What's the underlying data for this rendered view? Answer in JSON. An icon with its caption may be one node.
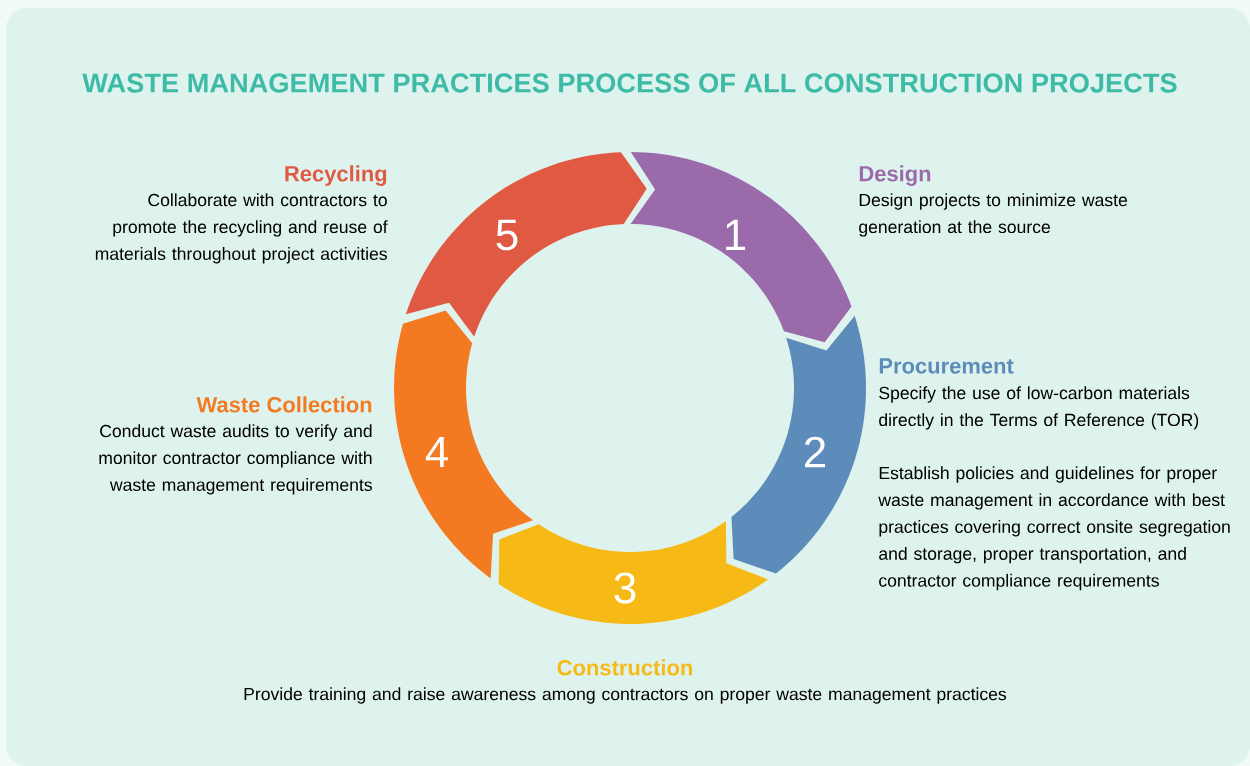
{
  "diagram": {
    "title": "WASTE MANAGEMENT PRACTICES PROCESS OF ALL CONSTRUCTION PROJECTS",
    "nodes": [
      {
        "text": [
          "1"
        ],
        "beside": [
          "Design",
          "Design projects to minimize waste generation at the source"
        ]
      },
      {
        "text": [
          "2"
        ],
        "beside": [
          "Procurement",
          "Specify the use of low-carbon materials directly in the Terms of Reference (TOR)",
          "Establish policies and guidelines for proper waste management in accordance with best practices covering correct onsite segregation and storage, proper transportation, and contractor compliance requirements"
        ]
      },
      {
        "text": [
          "3"
        ],
        "beside": [
          "Construction",
          "Provide training and raise awareness among contractors on proper waste management practices"
        ]
      },
      {
        "text": [
          "4"
        ],
        "beside": [
          "Waste Collection",
          "Conduct waste audits to verify and monitor contractor compliance with waste management requirements"
        ]
      },
      {
        "text": [
          "5"
        ],
        "beside": [
          "Recycling",
          "Collaborate with contractors to promote the recycling and reuse of materials throughout project activities"
        ]
      }
    ]
  }
}
